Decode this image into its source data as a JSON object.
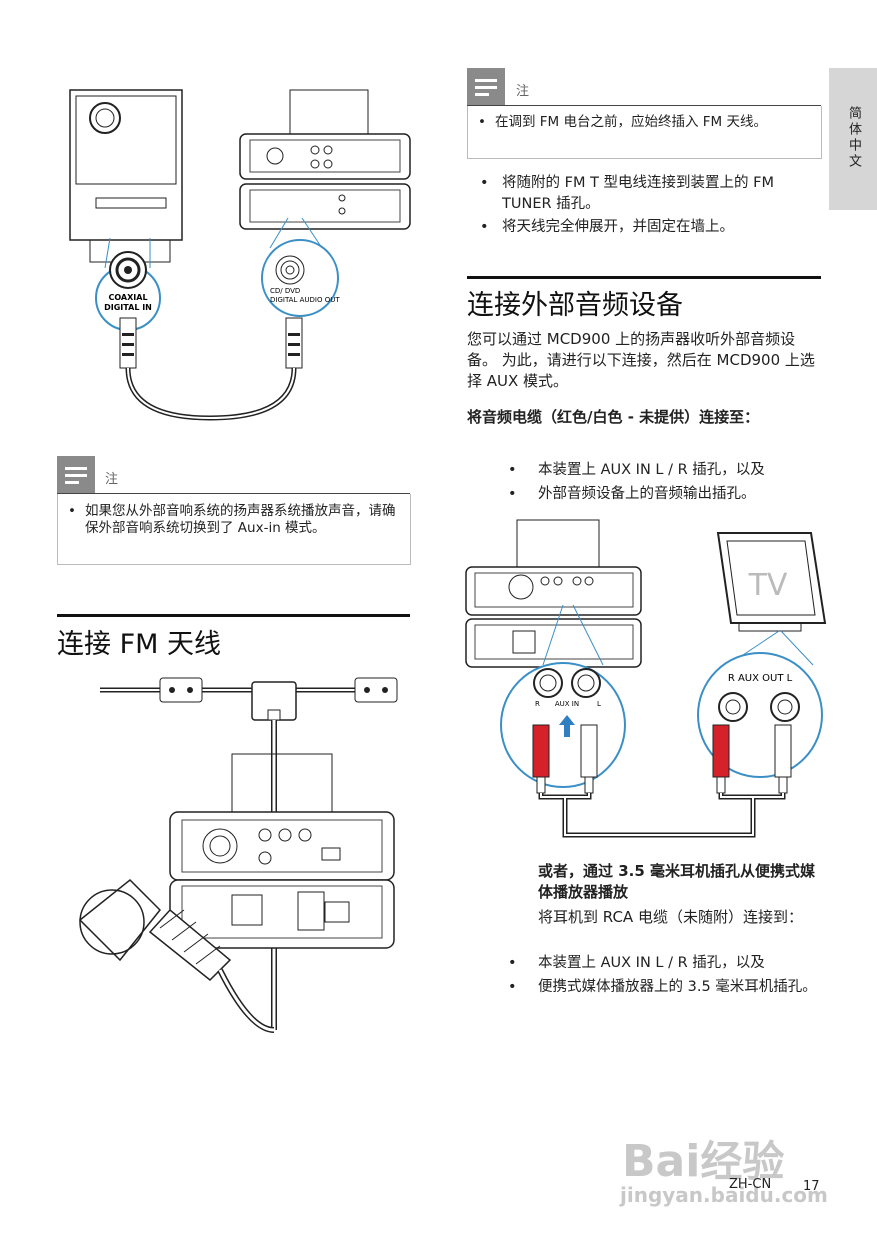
{
  "side_tab": "简体中文",
  "notes": {
    "label": "注",
    "fm_note": "在调到 FM 电台之前，应始终插入 FM 天线。",
    "aux_note": "如果您从外部音响系统的扬声器系统播放声音，请确保外部音响系统切换到了 Aux-in 模式。"
  },
  "fm_bullets": [
    "将随附的 FM T 型电线连接到装置上的 FM TUNER 插孔。",
    "将天线完全伸展开，并固定在墙上。"
  ],
  "external_audio": {
    "title": "连接外部音频设备",
    "intro": "您可以通过 MCD900 上的扬声器收听外部音频设备。 为此，请进行以下连接，然后在 MCD900 上选择 AUX 模式。",
    "cable_instruction": "将音频电缆（红色/白色 - 未提供）连接至：",
    "bullets": [
      "本装置上 AUX IN L / R 插孔，以及",
      "外部音频设备上的音频输出插孔。"
    ],
    "alternative_bold": "或者，通过 3.5 毫米耳机插孔从便携式媒体播放器播放",
    "alternative_text": "将耳机到 RCA 电缆（未随附）连接到：",
    "alternative_bullets": [
      "本装置上 AUX IN L / R 插孔，以及",
      "便携式媒体播放器上的 3.5 毫米耳机插孔。"
    ]
  },
  "fm_section": {
    "title": "连接 FM 天线"
  },
  "diagram_labels": {
    "coaxial": "COAXIAL",
    "digital_in": "DIGITAL IN",
    "cd_dvd": "CD/ DVD",
    "digital_audio_out": "DIGITAL AUDIO OUT",
    "tv": "TV",
    "aux_out": "R AUX OUT L",
    "aux_in": "AUX IN",
    "r": "R",
    "l": "L"
  },
  "footer": {
    "lang": "ZH-CN",
    "page": "17"
  },
  "watermark": {
    "brand": "Bai",
    "brand2": "经验",
    "url": "jingyan.baidu.com"
  }
}
